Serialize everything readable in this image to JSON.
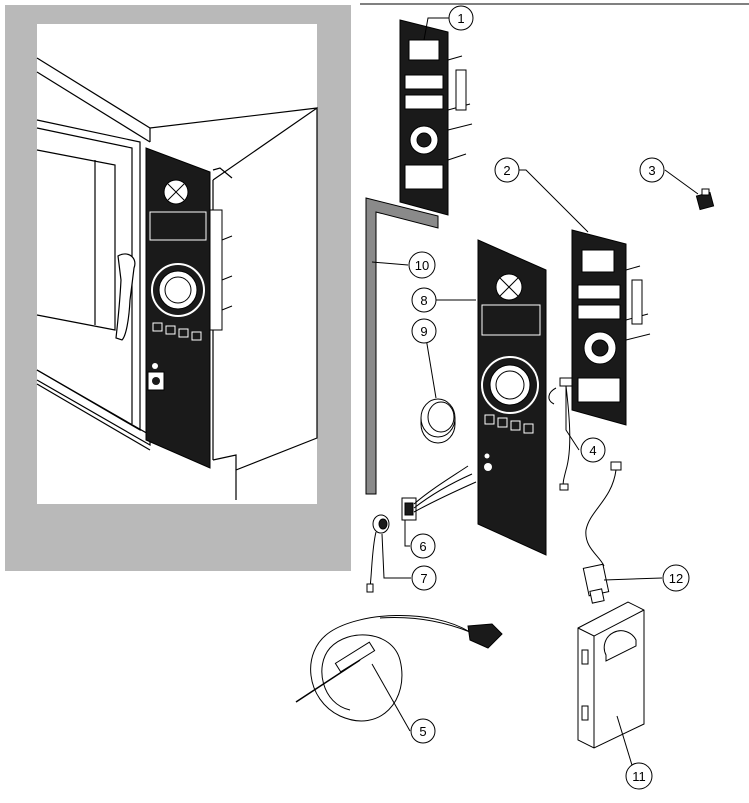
{
  "diagram": {
    "type": "exploded-parts-view",
    "colors": {
      "frame_gray": "#b9b9b9",
      "panel_black": "#1a1a1a",
      "line": "#000000",
      "paper": "#ffffff"
    },
    "callouts": [
      {
        "id": "c1",
        "label": "1",
        "part": "control-board-upper"
      },
      {
        "id": "c2",
        "label": "2",
        "part": "control-board-right"
      },
      {
        "id": "c3",
        "label": "3",
        "part": "small-switch"
      },
      {
        "id": "c4",
        "label": "4",
        "part": "wire-connector"
      },
      {
        "id": "c5",
        "label": "5",
        "part": "core-probe"
      },
      {
        "id": "c6",
        "label": "6",
        "part": "probe-socket"
      },
      {
        "id": "c7",
        "label": "7",
        "part": "temperature-sensor"
      },
      {
        "id": "c8",
        "label": "8",
        "part": "front-control-panel"
      },
      {
        "id": "c9",
        "label": "9",
        "part": "control-knob"
      },
      {
        "id": "c10",
        "label": "10",
        "part": "panel-gasket"
      },
      {
        "id": "c11",
        "label": "11",
        "part": "manual-booklet"
      },
      {
        "id": "c12",
        "label": "12",
        "part": "usb-cable"
      }
    ]
  }
}
